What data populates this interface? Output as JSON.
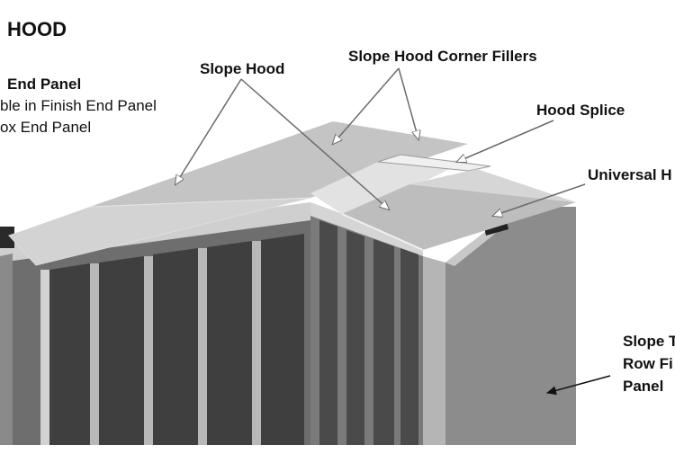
{
  "title": "HOOD",
  "labels": {
    "end_panel": "End Panel",
    "end_panel_line2": "ble in Finish End Panel",
    "end_panel_line3": "ox End Panel",
    "slope_hood": "Slope Hood",
    "corner_fillers": "Slope Hood Corner Fillers",
    "hood_splice": "Hood Splice",
    "universal": "Universal H",
    "slope_end_line1": "Slope T",
    "slope_end_line2": "Row Fi",
    "slope_end_line3": "Panel"
  }
}
